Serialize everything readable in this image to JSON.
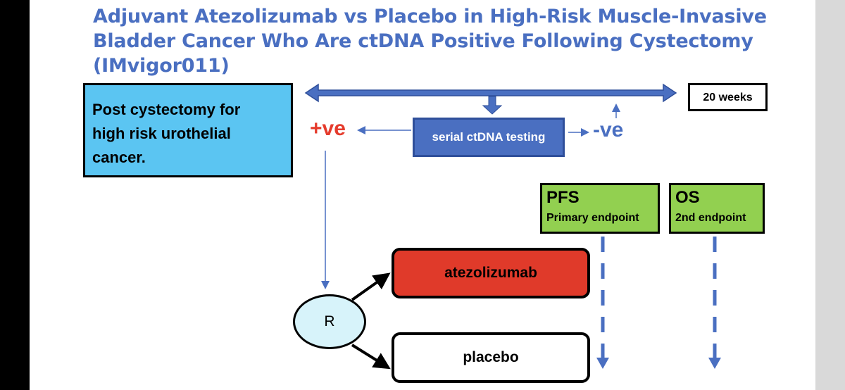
{
  "title": "Adjuvant Atezolizumab vs Placebo in High-Risk Muscle-Invasive Bladder Cancer Who Are ctDNA Positive Following Cystectomy (IMvigor011)",
  "post_cystectomy": "Post cystectomy  for\n high risk urothelial\n cancer.",
  "timeline_label": "20 weeks",
  "testing_label": "serial ctDNA testing",
  "positive_label": "+ve",
  "negative_label": "-ve",
  "randomization_label": "R",
  "arms": {
    "treatment": "atezolizumab",
    "control": "placebo"
  },
  "endpoints": {
    "primary": {
      "name": "PFS",
      "description": "Primary  endpoint"
    },
    "secondary": {
      "name": "OS",
      "description": "2nd endpoint"
    }
  },
  "colors": {
    "title": "#4a6fc1",
    "arrow_blue": "#4a6fc1",
    "positive_red": "#e53b2c",
    "post_box": "#5bc5f2",
    "endpoint_green": "#92d050",
    "atezo_red": "#e03a2a",
    "randomize_fill": "#d7f3fa"
  }
}
